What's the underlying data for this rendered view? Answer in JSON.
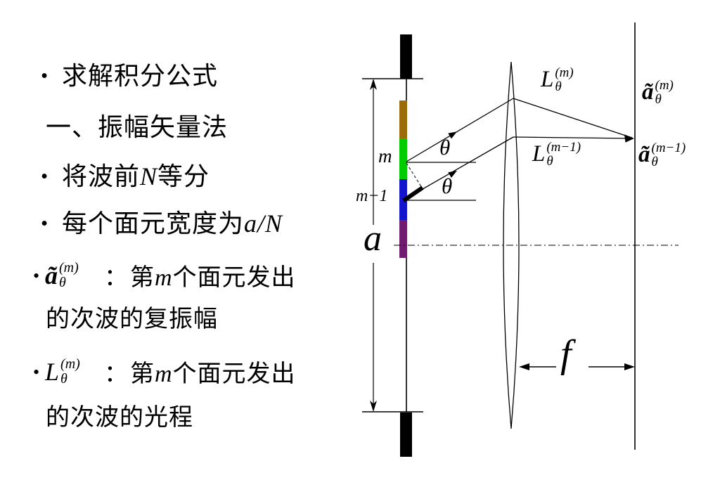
{
  "left_panel": {
    "lines": [
      {
        "bullet": "•",
        "text": "求解积分公式"
      },
      {
        "text": "一、振幅矢量法"
      },
      {
        "bullet": "•",
        "pre": "将波前",
        "var": "N",
        "post": "等分"
      },
      {
        "bullet": "•",
        "pre": "每个面元宽度为",
        "var": "a/N"
      },
      {
        "bullet": "•",
        "sym": {
          "base": "ã",
          "sup": "(m)",
          "sub": "θ"
        },
        "colon": "：",
        "pre": "第",
        "var": "m",
        "post": "个面元发出"
      },
      {
        "text": "的次波的复振幅"
      },
      {
        "bullet": "•",
        "sym": {
          "base": "L",
          "sup": "(m)",
          "sub": "θ"
        },
        "colon": "：",
        "pre": "第",
        "var": "m",
        "post": "个面元发出"
      },
      {
        "text": "的次波的光程"
      }
    ]
  },
  "diagram": {
    "labels": {
      "element_m": "m",
      "element_m_minus_1": "m−1",
      "theta_upper": "θ",
      "theta_lower": "θ",
      "aperture_width": "a",
      "focal_length": "f",
      "path_upper": {
        "base": "L",
        "sup": "(m)",
        "sub": "θ"
      },
      "path_lower": {
        "base": "L",
        "sup": "(m−1)",
        "sub": "θ"
      },
      "amplitude_upper": {
        "base": "ã",
        "sup": "(m)",
        "sub": "θ"
      },
      "amplitude_lower": {
        "base": "ã",
        "sup": "(m−1)",
        "sub": "θ"
      }
    },
    "colors": {
      "segment_1": "#9c6b0a",
      "segment_2": "#00cc00",
      "segment_3": "#1414cc",
      "segment_4": "#701b70",
      "ink": "#000000"
    }
  }
}
